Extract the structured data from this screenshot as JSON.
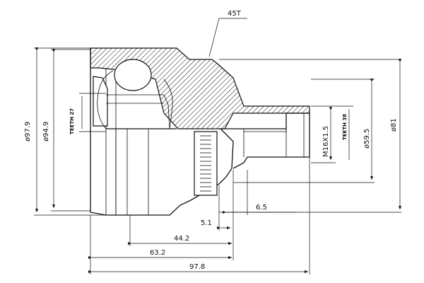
{
  "drawing": {
    "teeth_angle_label": "45T",
    "outer_diameter_1": "ø97.9",
    "outer_diameter_2": "ø94.9",
    "inner_teeth": "TEETH 27",
    "thread": "M16X1.5",
    "outer_teeth": "TEETH 38",
    "shaft_diameter": "ø59.5",
    "flange_diameter": "ø81",
    "len_6_5": "6.5",
    "len_5_1": "5.1",
    "len_44_2": "44.2",
    "len_63_2": "63.2",
    "len_97_8": "97.8"
  }
}
